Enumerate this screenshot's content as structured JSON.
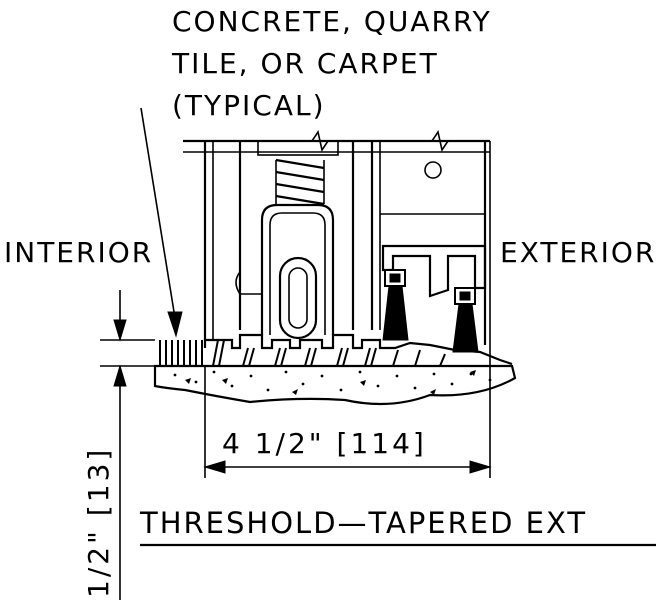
{
  "labels": {
    "note_line1": "CONCRETE, QUARRY",
    "note_line2": "TILE, OR CARPET",
    "note_line3": "(TYPICAL)",
    "interior": "INTERIOR",
    "exterior": "EXTERIOR",
    "width_dim": "4 1/2\" [114]",
    "height_dim": "1/2\" [13]",
    "title": "THRESHOLD—TAPERED EXT"
  },
  "colors": {
    "ink": "#000000",
    "background": "#ffffff"
  }
}
